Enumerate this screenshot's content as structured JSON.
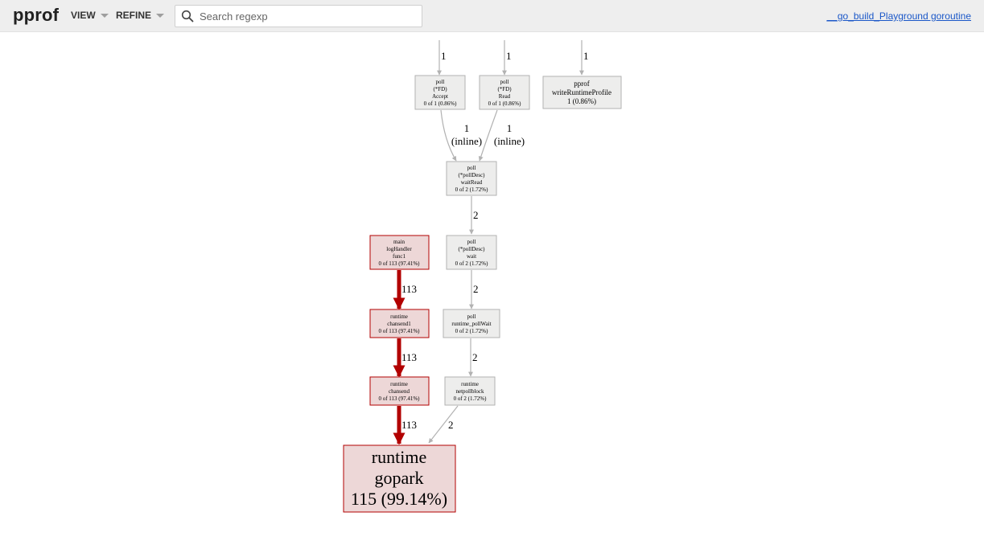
{
  "header": {
    "logo": "pprof",
    "view_label": "VIEW",
    "refine_label": "REFINE",
    "search_placeholder": "Search regexp",
    "profile_link": "__go_build_Playground goroutine"
  },
  "graph": {
    "nodes": {
      "accept": [
        "poll",
        "(*FD)",
        "Accept",
        "0 of 1 (0.86%)"
      ],
      "read": [
        "poll",
        "(*FD)",
        "Read",
        "0 of 1 (0.86%)"
      ],
      "profile": [
        "pprof",
        "writeRuntimeProfile",
        "1 (0.86%)"
      ],
      "waitread": [
        "poll",
        "(*pollDesc)",
        "waitRead",
        "0 of 2 (1.72%)"
      ],
      "wait": [
        "poll",
        "(*pollDesc)",
        "wait",
        "0 of 2 (1.72%)"
      ],
      "pollwait": [
        "poll",
        "runtime_pollWait",
        "0 of 2 (1.72%)"
      ],
      "netpoll": [
        "runtime",
        "netpollblock",
        "0 of 2 (1.72%)"
      ],
      "loghandler": [
        "main",
        "logHandler",
        "func1",
        "0 of 113 (97.41%)"
      ],
      "chansend1": [
        "runtime",
        "chansend1",
        "0 of 113 (97.41%)"
      ],
      "chansend": [
        "runtime",
        "chansend",
        "0 of 113 (97.41%)"
      ],
      "gopark": [
        "runtime",
        "gopark",
        "115 (99.14%)"
      ]
    },
    "edges": {
      "in_accept": "1",
      "in_read": "1",
      "in_profile": "1",
      "accept_waitread": [
        "1",
        "(inline)"
      ],
      "read_waitread": [
        "1",
        "(inline)"
      ],
      "waitread_wait": "2",
      "wait_pollwait": "2",
      "pollwait_netpoll": "2",
      "netpoll_gopark": "2",
      "log_chansend1": "113",
      "chansend1_chansend": "113",
      "chansend_gopark": "113"
    },
    "colors": {
      "gray_fill": "#ededec",
      "gray_stroke": "#b2b2b2",
      "red_fill": "#edd7d7",
      "red_stroke": "#b20000",
      "gray_edge": "#b2b2b2",
      "red_edge": "#b20000"
    }
  }
}
